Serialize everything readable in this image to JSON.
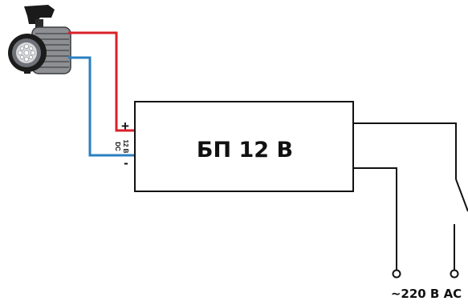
{
  "psu": {
    "label": "БП 12 В"
  },
  "output": {
    "plus": "+",
    "minus": "-",
    "voltage": "12 В",
    "type": "DC"
  },
  "mains": {
    "label": "~220 В АС"
  },
  "colors": {
    "positive_wire": "#d9202a",
    "negative_wire": "#2a7fc1",
    "wire": "#111111"
  },
  "icons": {
    "lamp": "machine-work-light-icon"
  }
}
